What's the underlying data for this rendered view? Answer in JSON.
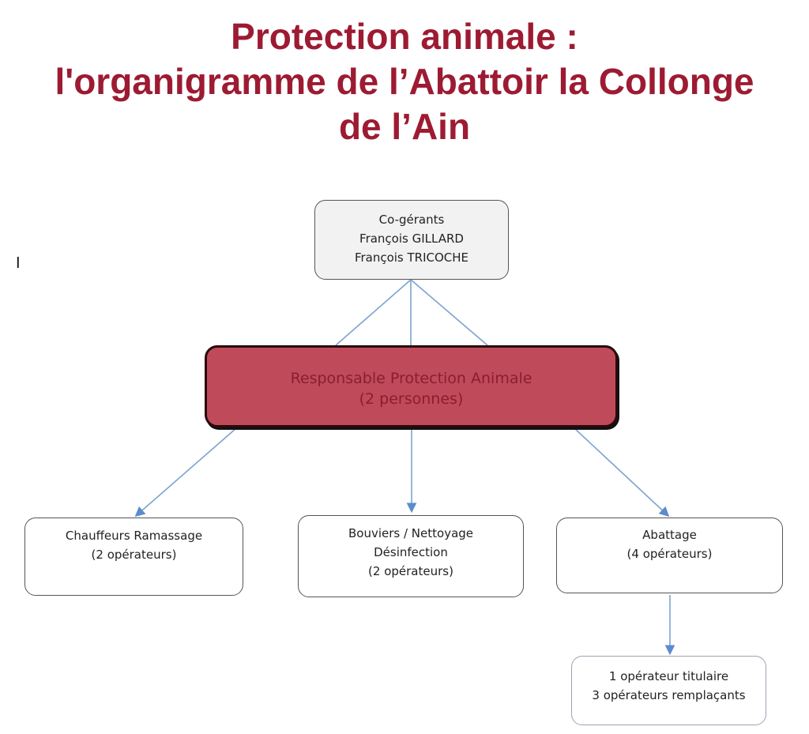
{
  "title": {
    "line1": "Protection animale :",
    "line2": "l'organigramme de l’Abattoir la Collonge",
    "line3": "de l’Ain"
  },
  "stray_mark": "I",
  "nodes": {
    "cogerants": {
      "lines": [
        "Co-gérants",
        "François GILLARD",
        "François TRICOCHE"
      ]
    },
    "responsable": {
      "lines": [
        "Responsable Protection Animale",
        "(2 personnes)"
      ]
    },
    "chauffeurs": {
      "lines": [
        "Chauffeurs Ramassage",
        "(2 opérateurs)"
      ]
    },
    "bouviers": {
      "lines": [
        "Bouviers / Nettoyage",
        "Désinfection",
        "(2 opérateurs)"
      ]
    },
    "abattage": {
      "lines": [
        "Abattage",
        "(4 opérateurs)"
      ]
    },
    "operateurs": {
      "lines": [
        "1 opérateur titulaire",
        "3 opérateurs remplaçants"
      ]
    }
  },
  "colors": {
    "title": "#9d1b32",
    "responsable_fill": "#bf4a5a",
    "connector": "#7ba3cf"
  }
}
